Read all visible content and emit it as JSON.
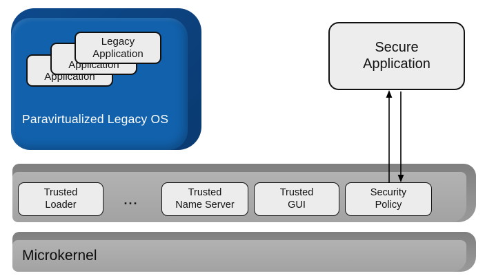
{
  "diagram": {
    "legacy_os": {
      "label": "Paravirtualized Legacy OS",
      "apps": [
        {
          "label": "Legacy\nApplication"
        },
        {
          "label": "Legacy\nApplication"
        },
        {
          "label": "Legacy\nApplication"
        }
      ]
    },
    "secure_app": {
      "label": "Secure\nApplication"
    },
    "trusted_bar": {
      "items": [
        {
          "label": "Trusted\nLoader"
        },
        {
          "label": "..."
        },
        {
          "label": "Trusted\nName Server"
        },
        {
          "label": "Trusted\nGUI"
        },
        {
          "label": "Security\nPolicy"
        }
      ]
    },
    "microkernel": {
      "label": "Microkernel"
    },
    "arrows": {
      "up_arrow": "security-policy-to-secure-application",
      "down_arrow": "secure-application-to-security-policy"
    },
    "colors": {
      "legacy_os_face": "#1261AC",
      "legacy_os_edge": "#0C4380",
      "bar_face": "#A9A9A9",
      "bar_edge": "#8F8F8F",
      "node_fill": "#ECECEC",
      "node_border": "#111111",
      "label_on_blue": "#FFFFFF",
      "background": "#FFFFFF"
    }
  }
}
